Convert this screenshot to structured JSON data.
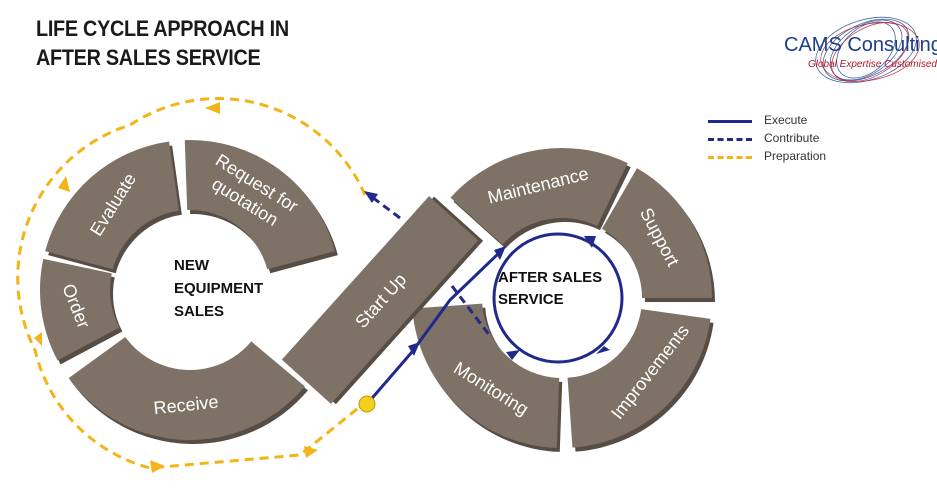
{
  "title": {
    "line1": "LIFE CYCLE APPROACH IN",
    "line2": "AFTER SALES SERVICE"
  },
  "logo": {
    "name": "CAMS Consulting",
    "tagline": "Global Expertise Customised"
  },
  "legend": [
    {
      "label": "Execute",
      "color": "#1f2a8a",
      "style": "solid"
    },
    {
      "label": "Contribute",
      "color": "#1f2a8a",
      "style": "dashed"
    },
    {
      "label": "Preparation",
      "color": "#f2b416",
      "style": "dashed"
    }
  ],
  "left_cycle": {
    "center_lines": [
      "NEW",
      "EQUIPMENT",
      "SALES"
    ],
    "segments": {
      "evaluate": "Evaluate",
      "request_line1": "Request for",
      "request_line2": "quotation",
      "order": "Order",
      "receive": "Receive"
    }
  },
  "bridge": {
    "label": "Start Up"
  },
  "right_cycle": {
    "center_lines": [
      "AFTER SALES",
      "SERVICE"
    ],
    "segments": {
      "maintenance": "Maintenance",
      "support": "Support",
      "improvements": "Improvements",
      "monitoring": "Monitoring"
    }
  },
  "colors": {
    "segment": "#7e7166",
    "segment_shadow": "#574d45",
    "execute": "#1f2a8a",
    "preparation": "#f2b416"
  }
}
